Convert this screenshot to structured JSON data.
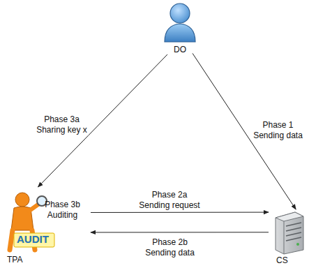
{
  "diagram": {
    "nodes": [
      {
        "text": [
          "DO"
        ]
      },
      {
        "text": [
          "AUDIT",
          "TPA"
        ]
      },
      {
        "text": [
          "CS"
        ]
      }
    ],
    "edges": [
      {
        "from": 0,
        "to": 2,
        "label": "Phase 1 Sending data",
        "arrow": "to"
      },
      {
        "from": 0,
        "to": 1,
        "label": "Phase 3a Sharing key x",
        "arrow": "to"
      },
      {
        "from": 1,
        "to": 2,
        "label": "Phase 2a Sending request",
        "arrow": "to"
      },
      {
        "from": 2,
        "to": 1,
        "label": "Phase 2b Sending data",
        "arrow": "to"
      }
    ],
    "labels": [
      "Phase 3b Auditing"
    ]
  }
}
